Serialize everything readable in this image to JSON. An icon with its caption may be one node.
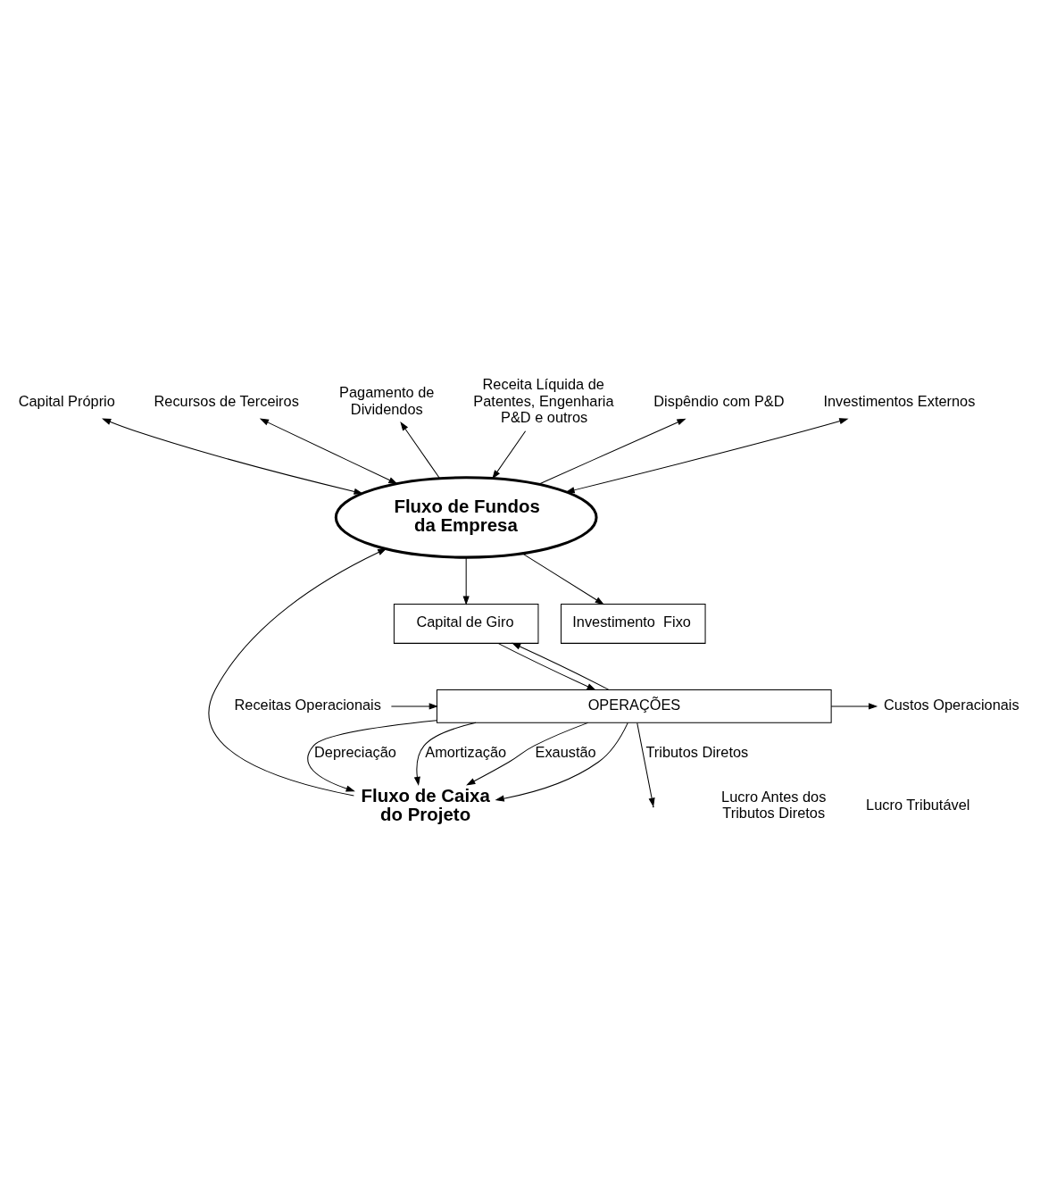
{
  "diagram": {
    "nodes": [
      {
        "text": [
          "Fluxo de Fundos da Empresa"
        ]
      },
      {
        "text": [
          "Capital Próprio"
        ]
      },
      {
        "text": [
          "Recursos de Terceiros"
        ]
      },
      {
        "text": [
          "Pagamento de Dividendos"
        ]
      },
      {
        "text": [
          "Receita Líquida de Patentes, Engenharia P&D e outros"
        ]
      },
      {
        "text": [
          "Dispêndio com P&D"
        ]
      },
      {
        "text": [
          "Investimentos Externos"
        ]
      },
      {
        "text": [
          "Capital de Giro"
        ]
      },
      {
        "text": [
          "Investimento  Fixo"
        ]
      },
      {
        "text": [
          "OPERAÇÕES"
        ]
      },
      {
        "text": [
          "Receitas Operacionais"
        ]
      },
      {
        "text": [
          "Custos Operacionais"
        ]
      },
      {
        "text": [
          "Fluxo de Caixa do Projeto"
        ]
      }
    ],
    "edges": [
      {
        "from": 1,
        "to": 0,
        "arrow": "both"
      },
      {
        "from": 2,
        "to": 0,
        "arrow": "both"
      },
      {
        "from": 0,
        "to": 3,
        "arrow": "to"
      },
      {
        "from": 4,
        "to": 0,
        "arrow": "to"
      },
      {
        "from": 0,
        "to": 5,
        "arrow": "to"
      },
      {
        "from": 0,
        "to": 6,
        "arrow": "both"
      },
      {
        "from": 12,
        "to": 0,
        "arrow": "to"
      },
      {
        "from": 0,
        "to": 7,
        "arrow": "to"
      },
      {
        "from": 0,
        "to": 8,
        "arrow": "to"
      },
      {
        "from": 9,
        "to": 7,
        "arrow": "to"
      },
      {
        "from": 7,
        "to": 9,
        "arrow": "to"
      },
      {
        "from": 10,
        "to": 9,
        "arrow": "to"
      },
      {
        "from": 9,
        "to": 11,
        "arrow": "to"
      },
      {
        "from": 9,
        "to": 12,
        "label": "Depreciação",
        "arrow": "to"
      },
      {
        "from": 9,
        "to": 12,
        "label": "Amortização",
        "arrow": "to"
      },
      {
        "from": 9,
        "to": 12,
        "label": "Exaustão",
        "arrow": "to"
      },
      {
        "from": 9,
        "to": null,
        "label": "Tributos Diretos",
        "arrow": "to"
      },
      {
        "from": 9,
        "to": 12,
        "arrow": "to"
      }
    ],
    "labels": [
      "Lucro Antes dos Tributos Diretos",
      "Lucro Tributável"
    ]
  }
}
